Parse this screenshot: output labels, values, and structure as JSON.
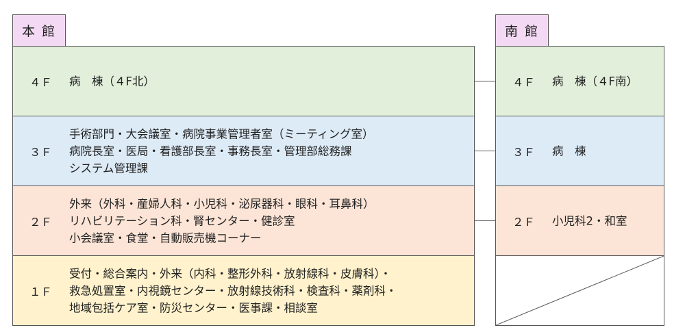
{
  "main_building": {
    "label": "本 館",
    "floors": [
      {
        "floor": "４Ｆ",
        "lines": [
          "病　棟（４F北）"
        ]
      },
      {
        "floor": "３Ｆ",
        "lines": [
          "手術部門・大会議室・病院事業管理者室（ミーティング室）",
          "病院長室・医局・看護部長室・事務長室・管理部総務課",
          "システム管理課"
        ]
      },
      {
        "floor": "２Ｆ",
        "lines": [
          "外来（外科・産婦人科・小児科・泌尿器科・眼科・耳鼻科）",
          "リハビリテーション科・腎センター・健診室",
          "小会議室・食堂・自動販売機コーナー"
        ]
      },
      {
        "floor": "１Ｆ",
        "lines": [
          "受付・総合案内・外来（内科・整形外科・放射線科・皮膚科）・",
          "救急処置室・内視鏡センター・放射線技術科・検査科・薬剤科・",
          "地域包括ケア室・防災センター・医事課・相談室"
        ]
      }
    ]
  },
  "south_building": {
    "label": "南 館",
    "floors": [
      {
        "floor": "４Ｆ",
        "lines": [
          "病　棟（４F南）"
        ]
      },
      {
        "floor": "３Ｆ",
        "lines": [
          "病　棟"
        ]
      },
      {
        "floor": "２Ｆ",
        "lines": [
          "小児科2・和室"
        ]
      },
      {
        "floor": "",
        "lines": []
      }
    ]
  },
  "colors": {
    "tab": "#f3d9f3",
    "floor4": "#e2efda",
    "floor3": "#ddebf7",
    "floor2": "#fce4d6",
    "floor1": "#fff2cc"
  }
}
